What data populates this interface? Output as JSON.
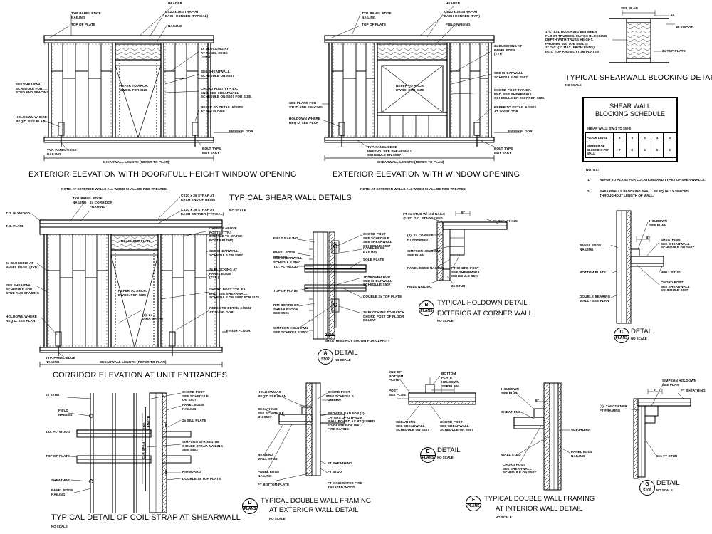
{
  "drawing": {
    "main_title": "TYPICAL SHEAR WALL DETAILS",
    "main_title_ns": "NO SCALE",
    "elev_door": {
      "title": "EXTERIOR ELEVATION WITH DOOR/FULL HEIGHT WINDOW OPENING",
      "note": "NOTE: AT EXTERIOR WALLS ALL WOOD SHALL BE FIRE TREATED.",
      "labels": {
        "header": "HEADER",
        "typ_panel_edge": "TYP. PANEL EDGE\nNAILING",
        "top_of_plate": "TOP OF PLATE",
        "cs20": "CS20 x 36 STRAP AT\nEACH CORNER (TYPICAL)",
        "nailing": "NAILING",
        "blocking": "2x BLOCKING AT\nAT PANEL EDGE\n(TYP.)",
        "see_shearwall": "SEE SHEARWALL\nSCHEDULE FOR\nSTUD AND SPACING",
        "refer_arch": "REFER TO ARCH.\nDWGS. FOR SIZE",
        "see_schedule": "SEE SHEARWALL\nSCHEDULE ON S507",
        "chord_post": "CHORD POST TYP. EA.\nEND. SEE SHEARWALL\nSCHEDULE ON S507 FOR SIZE.",
        "refer_detail": "REFER TO DETAIL A/S502\nAT 2nd FLOOR",
        "holdown": "HOLDOWN WHERE\nREQ'D. SEE PLAN",
        "finish_floor": "FINISH FLOOR",
        "typ_panel_edge_b": "TYP. PANEL EDGE\nNAILING",
        "length": "SHEARWALL LENGTH (REFER TO PLAN)",
        "bolt": "BOLT TYPE\nMAY VARY"
      }
    },
    "elev_window": {
      "title": "EXTERIOR ELEVATION WITH WINDOW OPENING",
      "note": "NOTE: AT EXTERIOR WALLS ALL WOOD SHALL BE FIRE TREATED.",
      "labels": {
        "header": "HEADER",
        "typ_panel_edge": "TYP. PANEL EDGE\nNAILING",
        "top_of_plate": "TOP OF PLATE",
        "cs20": "CS20 x 36 STRAP AT\nEACH CORNER (TYP.)",
        "field": "FIELD NAILING",
        "blocking": "2x BLOCKING AT\nPANEL EDGE\n(TYP.)",
        "see_schedule": "SEE SHEARWALL\nSCHEDULE ON S507",
        "refer_arch": "REFER TO ARCH.\nDWGS. FOR SIZE",
        "chord_post": "CHORD POST TYP. EA.\nEND. SEE SHEARWALL\nSCHEDULE ON S507 FOR SIZE.",
        "see_plans": "SEE PLANS FOR\nSTUD AND SPACING",
        "refer_detail": "REFER TO DETAIL A/S502\nAT 2nd FLOOR",
        "holdown": "HOLDOWN WHERE\nREQ'D. SEE PLAN",
        "finish_floor": "FINISH FLOOR",
        "typ_panel_edge_b": "TYP. PANEL EDGE\nNAILING. SEE SHEARWALL\nSCHEDULE ON S507",
        "length": "SHEARWALL LENGTH (REFER TO PLAN)",
        "bolt": "BOLT TYPE\nMAY VARY"
      }
    },
    "blocking_detail": {
      "title": "TYPICAL SHEARWALL BLOCKING DETAIL",
      "ns": "NO SCALE",
      "see_plan": "SEE PLAN",
      "twox": "2x",
      "plywood": "PLYWOOD",
      "lsl": "1 ¾\" LSL BLOCKING BETWEEN\nFLOOR TRUSSES. MATCH BLOCKING\nDEPTH WITH TRUSS HEIGHT.\nPROVIDE 16d TOE NAIL @\n3\" O.C. (3\" MAX. FROM ENDS)\nINTO TOP AND BOTTOM PLATES",
      "top_plate": "2x TOP PLATE"
    },
    "schedule": {
      "title": "SHEAR WALL\nBLOCKING SCHEDULE",
      "sub": "SHEAR WALL: SW-1 TO SW-5",
      "rows": [
        {
          "head": "FLOOR LEVEL",
          "cells": [
            "8",
            "6",
            "5",
            "4",
            "3"
          ]
        },
        {
          "head": "NUMBER OF\nBLOCKING PER\nWALL",
          "cells": [
            "7",
            "3",
            "4",
            "5",
            "6"
          ]
        }
      ],
      "notes_title": "NOTES:",
      "notes": [
        {
          "num": "1.",
          "text": "REFER TO PLANS FOR LOCATIONS AND TYPES OF SHEARWALLS."
        },
        {
          "num": "2.",
          "text": "SHEARWALLS BLOCKING SHALL BE EQUALLY SPACED\nTHROUGHOUT LENGTH OF WALL."
        }
      ]
    },
    "corridor": {
      "title": "CORRIDOR ELEVATION AT UNIT ENTRANCES",
      "labels": {
        "typ_panel_edge": "TYP. PANEL EDGE\nNAILING",
        "corridor_framing": "2x CORRIDOR\nFRAMING",
        "tof_plywood": "T.O. PLYWOOD",
        "to_plate": "T.O. PLATE",
        "cs20_beam": "CS20 x 36 STRAP AT\nEACH END OF BEAM",
        "cs20": "CS20 x 36 STRAP AT\nEACH CORNER (TYPICAL)",
        "cripple": "CRIPPLE ABOVE\nPOSTS (TYP.)\nCRIPPLE TO MATCH\nPOST BELOW)",
        "beam": "BEAM. SEE PLAN",
        "see_schedule": "SEE SHEARWALL\nSCHEDULE ON S507",
        "blocking": "2x BLOCKING AT\nPANEL EDGE, (TYP.)",
        "blocking_r": "2x BLOCKING AT\nPANEL EDGE\n(TYP.)",
        "see_shearwall": "SEE SHEARWALL\nSCHEDULE FOR\nSTUD AND SPACING",
        "refer_arch": "REFER TO ARCH.\nDWGS. FOR SIZE",
        "chord_post": "CHORD POST TYP. EA.\nEND. SEE SHEARWALL\nSCHEDULE ON S507 FOR SIZE.",
        "king": "(3)- 2x\nKING STUDS",
        "refer_detail": "REFER TO DETAIL A/S502\nAT 2nd FLOOR",
        "holdown": "HOLDOWN WHERE\nREQ'D. SEE PLAN",
        "finish_floor": "FINISH FLOOR",
        "typ_panel_edge_b": "TYP. PANEL EDGE\nNAILING",
        "length": "SHEARWALL LENGTH (REFER TO PLAN)",
        "no_scale": "NO SCALE"
      }
    },
    "detail_a": {
      "letter": "A",
      "sheet": "S502",
      "title": "DETAIL",
      "ns": "NO SCALE",
      "labels": {
        "field": "FIELD NAILING",
        "panel": "PANEL EDGE\nNAILING",
        "see_shearwall": "SEE SHEARWALL\nSCHEDULE S507",
        "tof": "T.O. PLYWOOD",
        "top_plate": "TOP OF PLATE",
        "rim": "RIM BOARD OR\nSHEAR BLOCK\nSEE S501",
        "simpson": "SIMPSON HOLDOWN\nSEE SCHEDULE S507",
        "chord": "CHORD POST\nSEE SCHEDULE\nSEE SHEARWALL\nSCHEDULE S507",
        "panel_r": "PANEL EDGE\nNAILING",
        "sole": "SOLE PLATE",
        "rod": "THREADED ROD\nSEE SHEARWALL\nSCHEDULE S507",
        "double": "DOUBLE 2x TOP PLATE",
        "blocking": "2x BLOCKING TO MATCH\nCHORD POST OF FLOOR\nBELOW",
        "note_title": "NOTE:",
        "note": "SHEATHING NOT SHOWN FOR CLARITY"
      }
    },
    "detail_b": {
      "letter": "B",
      "sheet": "PLANS",
      "title": "TYPICAL HOLDOWN DETAIL",
      "title2": "EXTERIOR AT CORNER WALL",
      "ns": "NO SCALE",
      "labels": {
        "stud": "FT 2x STUD W/ 16d NAILS\n@ 12\" O.C. STAGGERED",
        "sheathing": "FT SHEATHING",
        "corner": "(3)- 2x CORNER\nFT FRAMING",
        "simpson": "SIMPSON HOLDOWN\nSEE PLAN",
        "panel": "PANEL EDGE NAILING",
        "chord": "FT CHORD POST\nSEE SHEARWALL\nSCHEDULE S507",
        "field": "FIELD NAILING",
        "two_stud": "2x STUD",
        "dim": "8\""
      }
    },
    "detail_c": {
      "letter": "C",
      "sheet": "PLANS",
      "title": "DETAIL",
      "ns": "NO SCALE",
      "labels": {
        "holdown": "HOLDOWN\nSEE PLAN",
        "panel": "PANEL EDGE\nNAILING",
        "sheathing": "SHEATHING\nSEE SHEARWALL\nSCHEDULE ON S507",
        "bottom": "BOTTOM PLATE",
        "wall_stud": "WALL STUD",
        "chord": "CHORD POST\nSEE SHEARWALL\nSCHEDULE S507",
        "double": "DOUBLE BEARING\nWALL - SEE PLAN",
        "dim": "8\""
      }
    },
    "coil": {
      "title": "TYPICAL DETAIL OF COIL STRAP AT SHEARWALL",
      "ns": "NO SCALE",
      "labels": {
        "stud": "2x STUD",
        "field": "FIELD\nNAILING",
        "tof": "T.O. PLYWOOD",
        "top_plate": "TOP OF PLATE",
        "sheathing": "SHEATHING",
        "panel": "PANEL EDGE\nNAILING",
        "chord": "CHORD POST\nSEE SCHEDULE\nON S507",
        "panel_r": "PANEL EDGE\nNAILING",
        "sill": "2x SILL PLATE",
        "simpson": "SIMPSON STRONG TIE\nCOILED STRAP. NAILING\nSEE S502",
        "rim": "RIMBOARD",
        "double": "DOUBLE 2x TOP PLATE",
        "end_len": "END\nLENGTH",
        "clr_span": "CLR SPAN",
        "dim": "18\""
      }
    },
    "detail_d": {
      "letter": "D",
      "sheet": "PLANS",
      "title": "TYPICAL DOUBLE WALL FRAMING",
      "title2": "AT EXTERIOR WALL DETAIL",
      "ns": "NO SCALE",
      "labels": {
        "holdown": "HOLDOWN AS\nREQ'D SEE PLAN",
        "sheathing": "SHEATHING\nSEE SCHEDULE\nON S507",
        "bearing": "BEARING\nWALL STUD",
        "panel": "PANEL EDGE\nNAILING",
        "bottom": "FT BOTTOM PLATE",
        "chord": "CHORD POST\nSEE SCHEDULE\nON S507",
        "gap": "PROVIDE GAP FOR (2)-\nLAYERS OF GYPSUM\nWALL BOARD AS REQUIRED\nFOR EXTERIOR WALL\nFIRE RATING",
        "ft_sheathing": "FT SHEATHING",
        "ft_stud": "FT STUD",
        "ft_note": "FT = INDICATES FIRE\nTREATED WOOD",
        "dim": "8\""
      }
    },
    "detail_e": {
      "letter": "E",
      "sheet": "PLANS",
      "title": "DETAIL",
      "ns": "NO SCALE",
      "labels": {
        "end_bottom": "END OF\nBOTTOM\nPLATE",
        "bottom": "BOTTOM\nPLATE",
        "holdown": "HOLDOWN\nSEE PLAN",
        "post": "POST\nSEE PLAN",
        "sheathing": "SHEATHING\nSEE SHEARWALL\nSCHEDULE ON S507",
        "chord": "CHORD POST\nSEE SHEARWALL\nSCHEDULE ON S507",
        "dim": "8\""
      }
    },
    "detail_f": {
      "letter": "F",
      "sheet": "PLANS",
      "title": "TYPICAL DOUBLE WALL FRAMING",
      "title2": "AT INTERIOR WALL DETAIL",
      "ns": "NO SCALE",
      "labels": {
        "holdown": "HOLDOWN\nSEE PLAN",
        "sheathing": "SHEATHING",
        "sheathing_r": "SHEATHING",
        "wall_stud": "WALL STUD",
        "chord": "CHORD POST\nSEE SHEARWALL\nSCHEDULE ON S507",
        "panel": "PANEL EDGE\nNAILING",
        "dim": "8\""
      }
    },
    "detail_g": {
      "letter": "G",
      "sheet": "S106",
      "title": "DETAIL",
      "ns": "NO SCALE",
      "labels": {
        "simpson": "SIMPSON HOLDOWN\nSEE PLAN",
        "ft_sheathing": "FT SHEATHING",
        "corner": "(3)- 2x6 CORNER\nFT FRAMING",
        "ft_stud": "2x6 FT STUD",
        "dim": "8\""
      }
    }
  }
}
